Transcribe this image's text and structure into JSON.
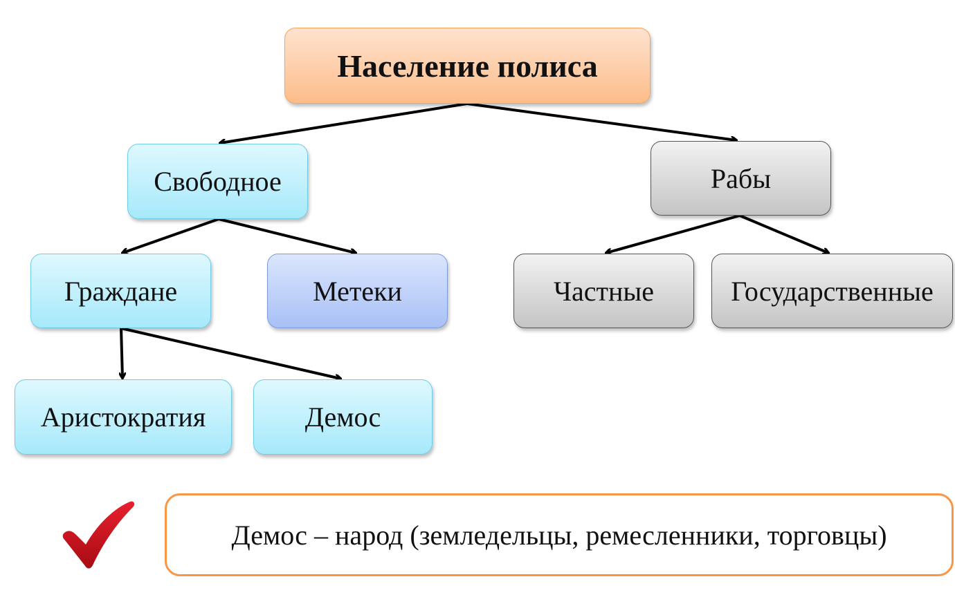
{
  "title": "Население полиса",
  "nodes": {
    "free": "Свободное",
    "slaves": "Рабы",
    "citizens": "Граждане",
    "metics": "Метеки",
    "private": "Частные",
    "state": "Государственные",
    "aristocracy": "Аристократия",
    "demos": "Демос"
  },
  "note": "Демос – народ (земледельцы, ремесленники, торговцы)",
  "colors": {
    "root": "#fdbd8a",
    "free": "#a6e9fb",
    "slave": "#c4c4c4",
    "metics": "#a8c0f6",
    "check": "#c8102e",
    "note_border": "#f79646"
  }
}
